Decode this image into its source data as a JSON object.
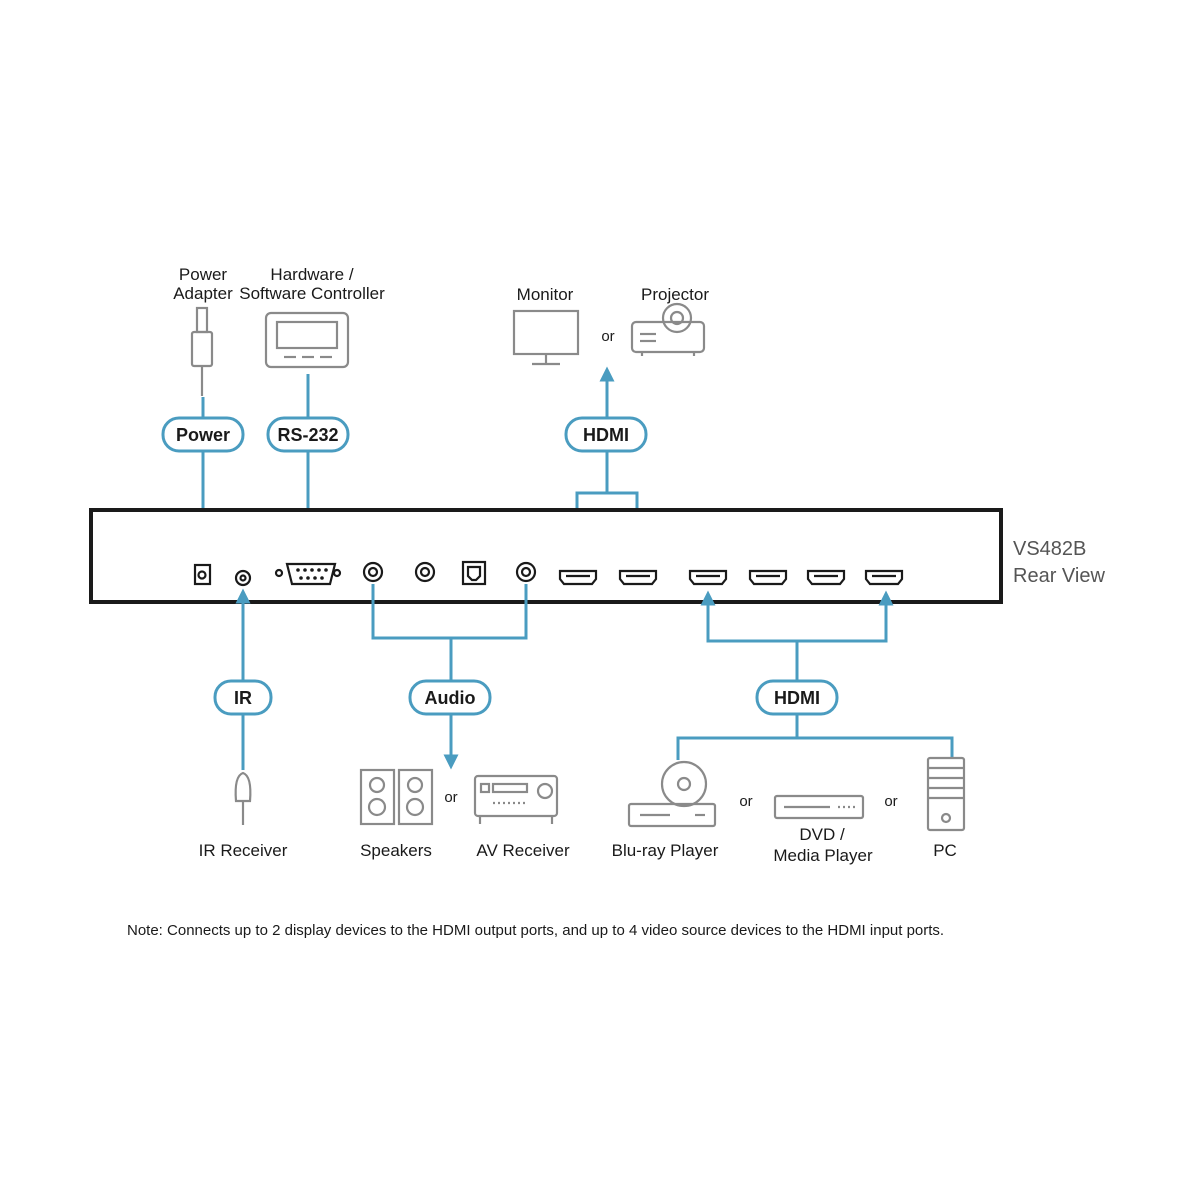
{
  "colors": {
    "connector": "#4a9cc0",
    "device_outline": "#8a8a8a",
    "panel": "#1a1a1a"
  },
  "device": {
    "model": "VS482B",
    "view": "Rear View"
  },
  "top": {
    "power_adapter_line1": "Power",
    "power_adapter_line2": "Adapter",
    "controller_line1": "Hardware /",
    "controller_line2": "Software Controller",
    "monitor": "Monitor",
    "projector": "Projector",
    "or_display": "or"
  },
  "pills": {
    "power": "Power",
    "rs232": "RS-232",
    "hdmi_out": "HDMI",
    "ir": "IR",
    "audio": "Audio",
    "hdmi_in": "HDMI"
  },
  "bottom": {
    "ir_receiver": "IR Receiver",
    "speakers": "Speakers",
    "or_audio": "or",
    "av_receiver": "AV Receiver",
    "bluray": "Blu-ray Player",
    "or_src1": "or",
    "dvd_line1": "DVD /",
    "dvd_line2": "Media Player",
    "or_src2": "or",
    "pc": "PC"
  },
  "note": "Note: Connects up to 2 display devices to the HDMI output ports, and up to 4 video source devices to the HDMI input ports."
}
